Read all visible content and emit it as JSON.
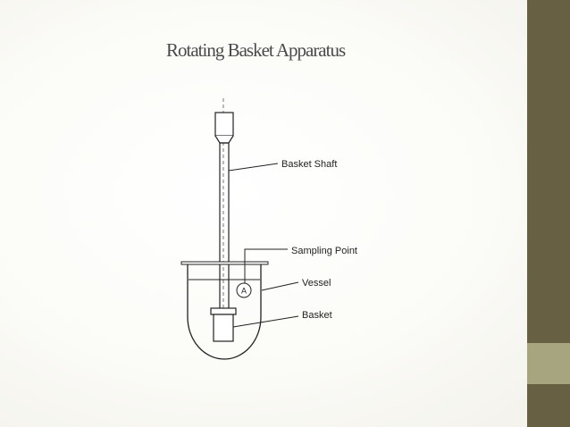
{
  "slide": {
    "title": "Rotating Basket Apparatus"
  },
  "diagram": {
    "labels": {
      "basket_shaft": "Basket Shaft",
      "sampling_point": "Sampling Point",
      "vessel": "Vessel",
      "basket": "Basket",
      "circle_marker": "A"
    }
  },
  "colors": {
    "sidebar": "#676043",
    "sidebar_accent": "#a6a580",
    "title_text": "#4a4a4a",
    "line": "#222222"
  }
}
